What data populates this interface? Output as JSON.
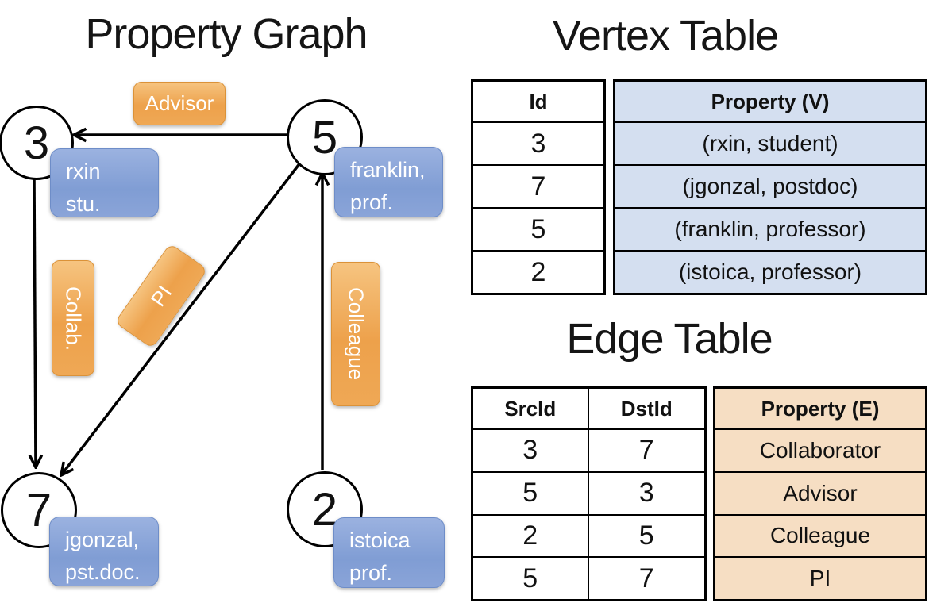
{
  "graph": {
    "title": "Property Graph",
    "nodes": [
      {
        "id": "3",
        "label_line1": "rxin",
        "label_line2": "stu."
      },
      {
        "id": "5",
        "label_line1": "franklin,",
        "label_line2": "prof."
      },
      {
        "id": "7",
        "label_line1": "jgonzal,",
        "label_line2": "pst.doc."
      },
      {
        "id": "2",
        "label_line1": "istoica",
        "label_line2": "prof."
      }
    ],
    "edge_labels": {
      "advisor": "Advisor",
      "collab": "Collab.",
      "pi": "PI",
      "colleague": "Colleague"
    },
    "edges": [
      {
        "from": "5",
        "to": "3",
        "label": "Advisor"
      },
      {
        "from": "3",
        "to": "7",
        "label": "Collab."
      },
      {
        "from": "5",
        "to": "7",
        "label": "PI"
      },
      {
        "from": "2",
        "to": "5",
        "label": "Colleague"
      }
    ]
  },
  "vertex_table": {
    "title": "Vertex Table",
    "columns": {
      "id": "Id",
      "property": "Property (V)"
    },
    "rows": [
      {
        "id": "3",
        "property": "(rxin, student)"
      },
      {
        "id": "7",
        "property": "(jgonzal, postdoc)"
      },
      {
        "id": "5",
        "property": "(franklin, professor)"
      },
      {
        "id": "2",
        "property": "(istoica, professor)"
      }
    ]
  },
  "edge_table": {
    "title": "Edge Table",
    "columns": {
      "src": "SrcId",
      "dst": "DstId",
      "property": "Property (E)"
    },
    "rows": [
      {
        "src": "3",
        "dst": "7",
        "property": "Collaborator"
      },
      {
        "src": "5",
        "dst": "3",
        "property": "Advisor"
      },
      {
        "src": "2",
        "dst": "5",
        "property": "Colleague"
      },
      {
        "src": "5",
        "dst": "7",
        "property": "PI"
      }
    ]
  },
  "colors": {
    "edge_label_orange_top": "#F6C480",
    "edge_label_orange_bottom": "#EDA14B",
    "vertex_label_blue_top": "#9BB2E0",
    "vertex_label_blue_bottom": "#809DD4",
    "vertex_property_cell_bg": "#D4DFF0",
    "edge_property_cell_bg": "#F6DEC3",
    "line_color": "#000000",
    "text_on_labels": "#FFFFFF"
  }
}
